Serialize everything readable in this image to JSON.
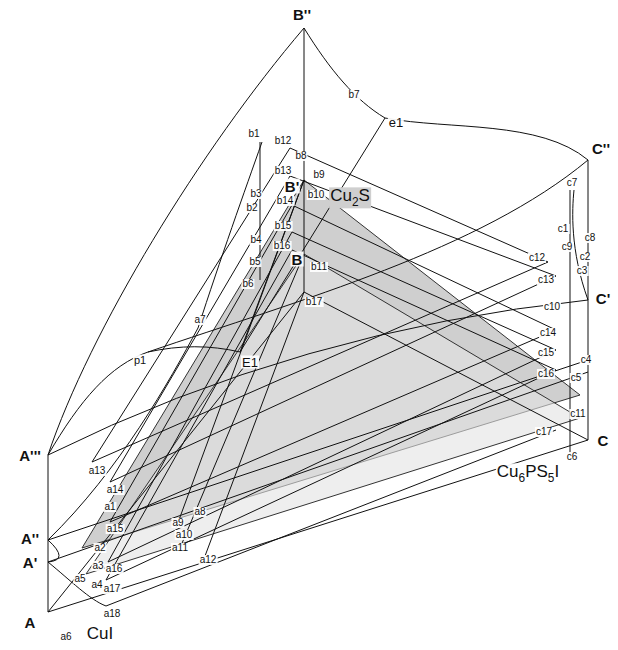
{
  "diagram": {
    "labels": [
      "A",
      "A'",
      "A''",
      "A'''",
      "B",
      "B'",
      "B''",
      "C",
      "C'",
      "C''",
      "E1",
      "e1",
      "p1",
      "a1",
      "a2",
      "a3",
      "a4",
      "a5",
      "a6",
      "a7",
      "a8",
      "a9",
      "a10",
      "a11",
      "a12",
      "a13",
      "a14",
      "a15",
      "a16",
      "a17",
      "a18",
      "b1",
      "b2",
      "b3",
      "b4",
      "b5",
      "b6",
      "b7",
      "b8",
      "b9",
      "b10",
      "b11",
      "b12",
      "b13",
      "b14",
      "b15",
      "b16",
      "b17",
      "c1",
      "c2",
      "c3",
      "c4",
      "c5",
      "c6",
      "c7",
      "c8",
      "c9",
      "c10",
      "c11",
      "c12",
      "c13",
      "c14",
      "c15",
      "c16",
      "c17",
      "CuI",
      "Cu2S",
      "Cu6PS5I"
    ]
  }
}
